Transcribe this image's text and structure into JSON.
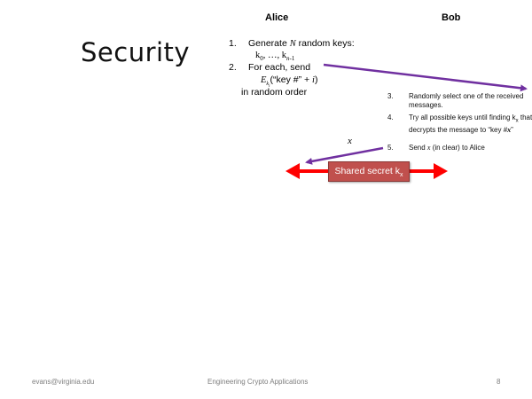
{
  "slide": {
    "title": "Security",
    "alice_header": "Alice",
    "bob_header": "Bob",
    "alice_steps": {
      "step1": {
        "num": "1.",
        "text_pre": "Generate ",
        "text_var": "N",
        "text_post": " random keys:",
        "keys": "k",
        "keys_sub0": "0",
        "keys_mid": ", …, k",
        "keys_subn": "n",
        "keys_subn_tail": "-1"
      },
      "step2": {
        "num": "2.",
        "text": "For each, send",
        "enc": "E",
        "enc_sub": "k",
        "enc_sub2": "i",
        "enc_args": "(“key #” + ",
        "enc_var": "i",
        "enc_close": ")",
        "order": "in random order"
      }
    },
    "bob_steps": [
      {
        "num": "3.",
        "text": "Randomly select one of the received messages."
      },
      {
        "num": "4.",
        "text_pre": "Try all possible keys until finding k",
        "text_sub": "x",
        "text_mid": " that decrypts the message to “key #",
        "text_var": "x",
        "text_post": "”"
      },
      {
        "num": "5.",
        "text_pre": "Send ",
        "text_var": "x",
        "text_post": " (in clear) to Alice"
      }
    ],
    "x_label": "x",
    "shared_secret": {
      "label": "Shared secret k",
      "sub": "x"
    },
    "colors": {
      "arrow_purple": "#7030a0",
      "arrow_red": "#ff0000",
      "secret_fill": "#c0504d"
    }
  },
  "footer": {
    "email": "evans@virginia.edu",
    "course": "Engineering Crypto Applications",
    "page": "8"
  }
}
